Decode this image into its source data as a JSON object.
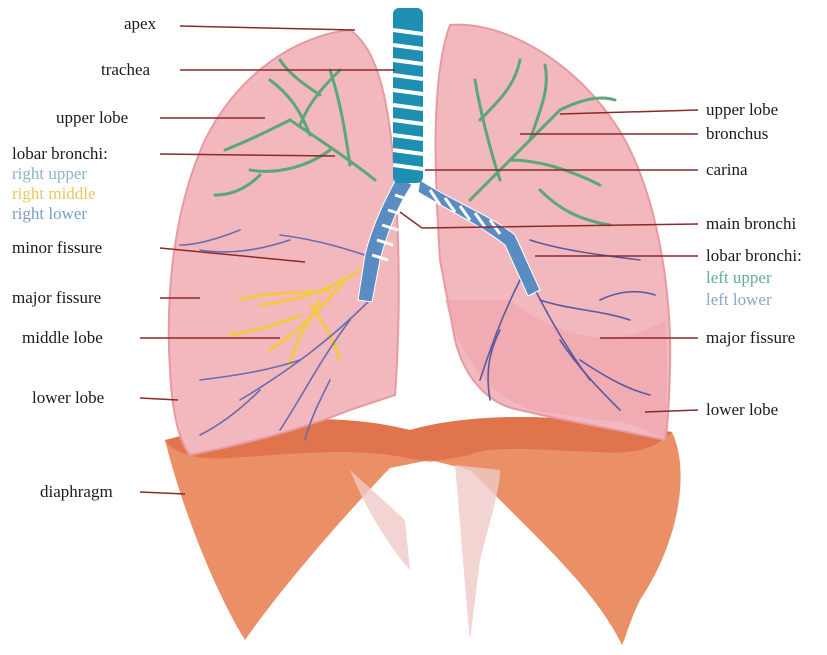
{
  "labels": {
    "apex": "apex",
    "trachea": "trachea",
    "upper_lobe_right": "upper lobe",
    "lobar_bronchi_right": "lobar bronchi:",
    "right_upper": "right upper",
    "right_middle": "right middle",
    "right_lower": "right lower",
    "minor_fissure": "minor fissure",
    "major_fissure_right": "major fissure",
    "middle_lobe": "middle lobe",
    "lower_lobe_right": "lower lobe",
    "diaphragm": "diaphragm",
    "upper_lobe_left": "upper lobe",
    "bronchus": "bronchus",
    "carina": "carina",
    "main_bronchi": "main bronchi",
    "lobar_bronchi_left": "lobar bronchi:",
    "left_upper": "left upper",
    "left_lower": "left lower",
    "major_fissure_left": "major fissure",
    "lower_lobe_left": "lower lobe"
  },
  "colors": {
    "lung": "#f2b8bd",
    "lung_edge": "#e79aa2",
    "trachea_blue": "#1e8fb3",
    "trachea_white": "#ffffff",
    "bronchi_green": "#5aa77a",
    "bronchi_yellow": "#f4c842",
    "bronchi_blue": "#6b8bbd",
    "vessel_purple": "#5a5aa0",
    "diaphragm": "#e9895e",
    "leader": "#8b2a2a",
    "right_upper_text": "#8ab5c8",
    "right_middle_text": "#e8c860",
    "right_lower_text": "#7c9ec4",
    "left_upper_text": "#5fae95",
    "left_lower_text": "#8aa7c8"
  }
}
